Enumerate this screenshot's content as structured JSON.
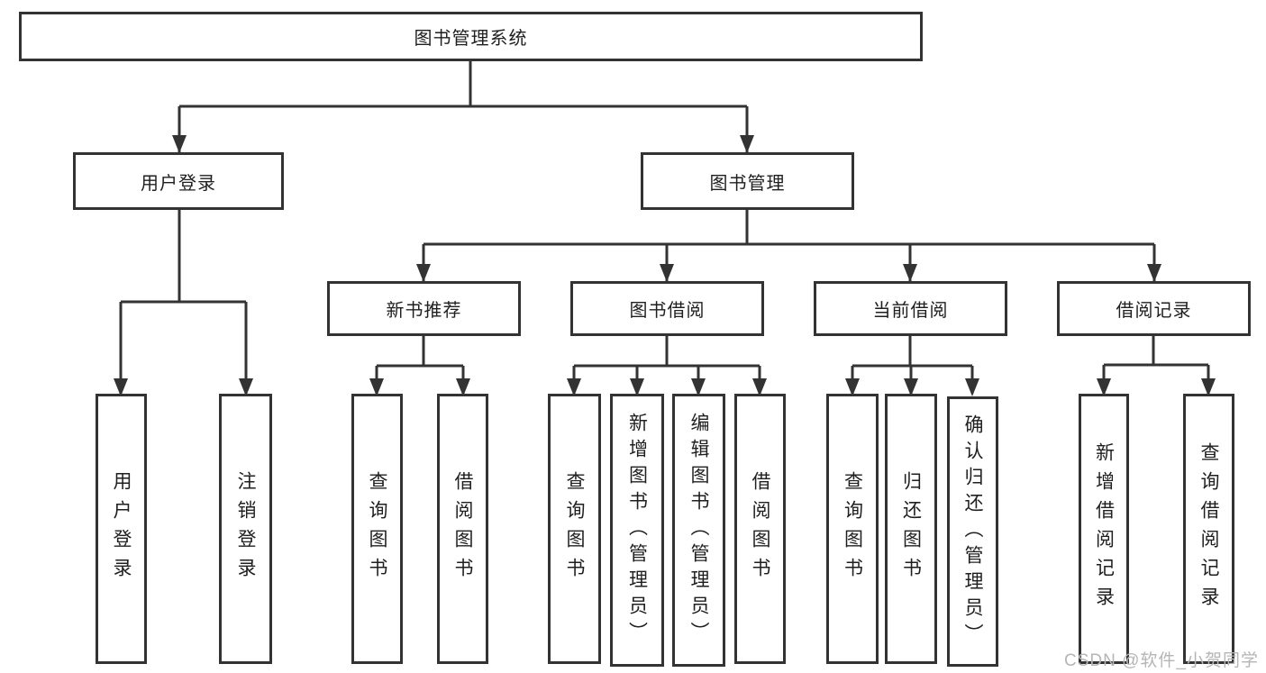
{
  "nodes": {
    "root": {
      "label": "图书管理系统"
    },
    "user_login": {
      "label": "用户登录"
    },
    "book_mgmt": {
      "label": "图书管理"
    },
    "new_book_rec": {
      "label": "新书推荐"
    },
    "book_borrow": {
      "label": "图书借阅"
    },
    "current_borrow": {
      "label": "当前借阅"
    },
    "borrow_records": {
      "label": "借阅记录"
    },
    "leaf_user_login": {
      "label": "用户登录"
    },
    "leaf_logout": {
      "label": "注销登录"
    },
    "leaf_rec_query_books": {
      "label": "查询图书"
    },
    "leaf_rec_borrow_books": {
      "label": "借阅图书"
    },
    "leaf_bb_query_books": {
      "label": "查询图书"
    },
    "leaf_bb_add_books": {
      "label": "新增图书（管理员）"
    },
    "leaf_bb_edit_books": {
      "label": "编辑图书（管理员）"
    },
    "leaf_bb_borrow_books": {
      "label": "借阅图书"
    },
    "leaf_cb_query_books": {
      "label": "查询图书"
    },
    "leaf_cb_return_books": {
      "label": "归还图书"
    },
    "leaf_cb_confirm_return": {
      "label": "确认归还（管理员）"
    },
    "leaf_br_add_record": {
      "label": "新增借阅记录"
    },
    "leaf_br_query_record": {
      "label": "查询借阅记录"
    }
  },
  "watermark": "CSDN @软件_小贺同学",
  "colors": {
    "line": "#333333",
    "text": "#1f1f1f",
    "watermark": "#b5b5b5",
    "background": "#ffffff"
  }
}
